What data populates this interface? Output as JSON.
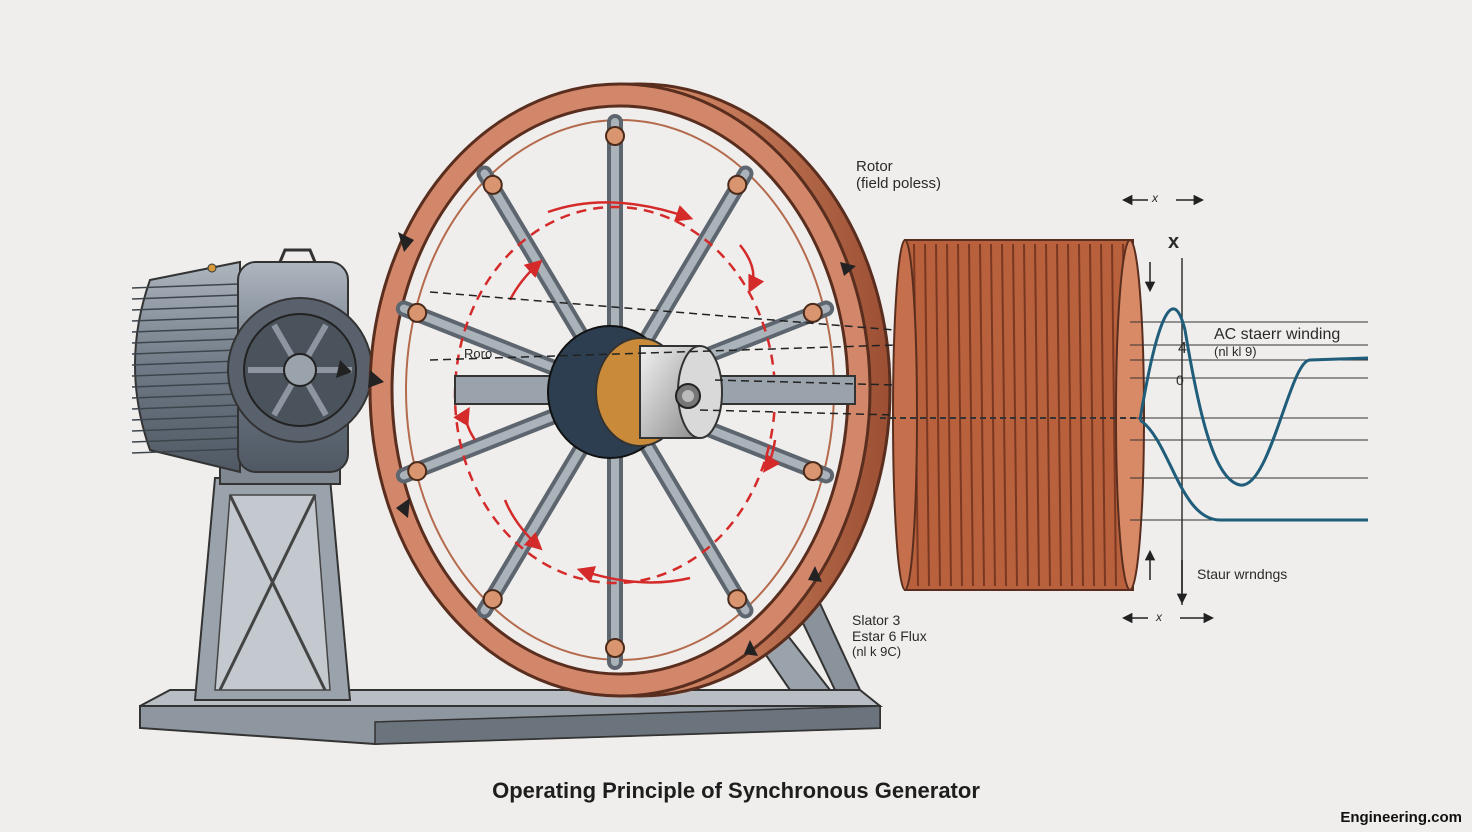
{
  "title": "Operating Principle of Synchronous Generator",
  "brand": "Engineering.com",
  "labels": {
    "rotor_line1": "Rotor",
    "rotor_line2": "(field poless)",
    "rotor_tag": "Roro",
    "ac_line1": "AC staerr winding",
    "ac_line2": "(nl kl 9)",
    "stator_windings": "Staur wrndngs",
    "stator_flux_line1": "Slator 3",
    "stator_flux_line2": "Estar 6 Flux",
    "stator_flux_line3": "(nl k 9C)",
    "axis_x": "x",
    "tick_4": "4",
    "tick_0": "0",
    "dim_top": "x",
    "dim_bottom": "x"
  },
  "colors": {
    "copper": "#c97b5c",
    "copper_dark": "#8a4a30",
    "steel": "#7d8792",
    "flux_arrow": "#d42a2a",
    "waveform": "#1f5d7a"
  }
}
